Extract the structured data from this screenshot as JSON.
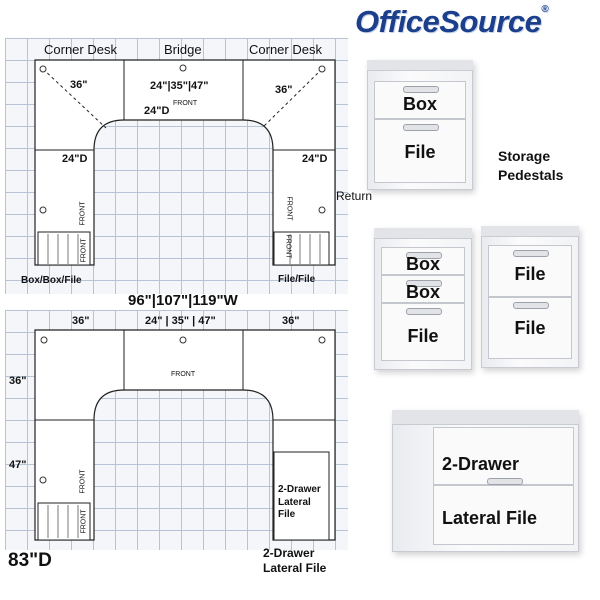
{
  "brand": {
    "logo_text": "OfficeSource",
    "registered_mark": "®"
  },
  "top_plan": {
    "sections": {
      "left": "Corner Desk",
      "middle": "Bridge",
      "right": "Corner Desk"
    },
    "corner_left_dim": "36\"",
    "corner_right_dim": "36\"",
    "bridge_widths": "24\"|35\"|47\"",
    "bridge_depth": "24\"D",
    "bridge_front": "FRONT",
    "left_return_depth": "24\"D",
    "right_return_depth": "24\"D",
    "front_vertical": "FRONT",
    "return_label": "Return",
    "left_pedestal": "Box/Box/File",
    "right_pedestal": "File/File",
    "overall_width": "96\"|107\"|119\"W"
  },
  "bottom_plan": {
    "dim_left": "36\"",
    "dim_middle": "24\" | 35\" | 47\"",
    "dim_right": "36\"",
    "dim_side_top": "36\"",
    "dim_side_bottom": "47\"",
    "front_label": "FRONT",
    "lateral_inside": "2-Drawer\nLateral\nFile",
    "lateral_caption": "2-Drawer\nLateral File",
    "overall_depth": "83\"D"
  },
  "products": {
    "storage_pedestals_title": "Storage\nPedestals",
    "ped1": {
      "labels": [
        "Box",
        "File"
      ]
    },
    "ped2": {
      "labels": [
        "Box",
        "Box",
        "File"
      ]
    },
    "ped3": {
      "labels": [
        "File",
        "File"
      ]
    },
    "lateral": {
      "labels": [
        "2-Drawer",
        "Lateral File"
      ]
    }
  }
}
